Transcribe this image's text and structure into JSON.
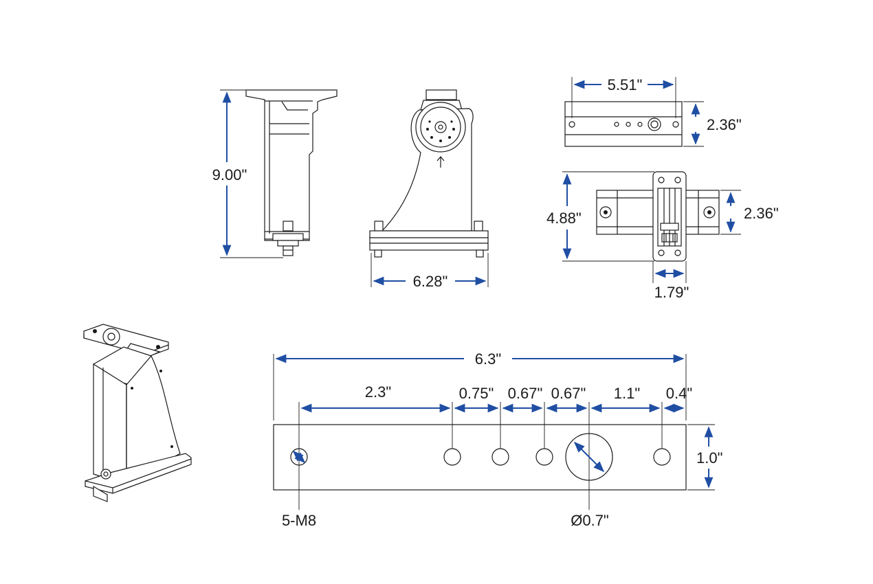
{
  "colors": {
    "dimension_line": "#1f4ea3",
    "outline": "#1a1a1a",
    "background": "#ffffff"
  },
  "dimensions": {
    "height": "9.00\"",
    "base_width": "6.28\"",
    "top_plate_width": "5.51\"",
    "top_plate_height": "2.36\"",
    "plan_depth": "4.88\"",
    "plan_height": "2.36\"",
    "plan_clamp_width": "1.79\""
  },
  "base_plate": {
    "overall": "6.3\"",
    "spacings": [
      "2.3\"",
      "0.75\"",
      "0.67\"",
      "0.67\"",
      "1.1\"",
      "0.4\""
    ],
    "height": "1.0\"",
    "hole_label": "5-M8",
    "center_hole_label": "Ø0.7\""
  }
}
